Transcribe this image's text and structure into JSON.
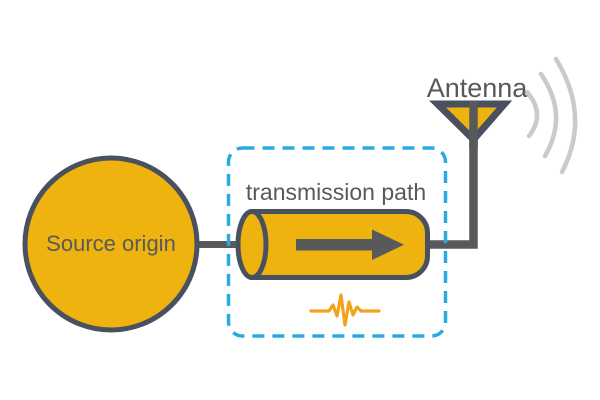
{
  "diagram": {
    "source": {
      "label": "Source origin"
    },
    "transmission": {
      "label": "transmission path"
    },
    "antenna": {
      "label": "Antenna"
    },
    "icons": [
      "arrow-right-icon",
      "signal-pulse-icon",
      "radio-waves-icon",
      "antenna-icon"
    ]
  },
  "colors": {
    "yellow": "#EFB310",
    "dark_outline": "#49505F",
    "gray": "#58595B",
    "light_gray": "#C9CACB",
    "cyan": "#29ABE2",
    "orange": "#F5A21B"
  }
}
